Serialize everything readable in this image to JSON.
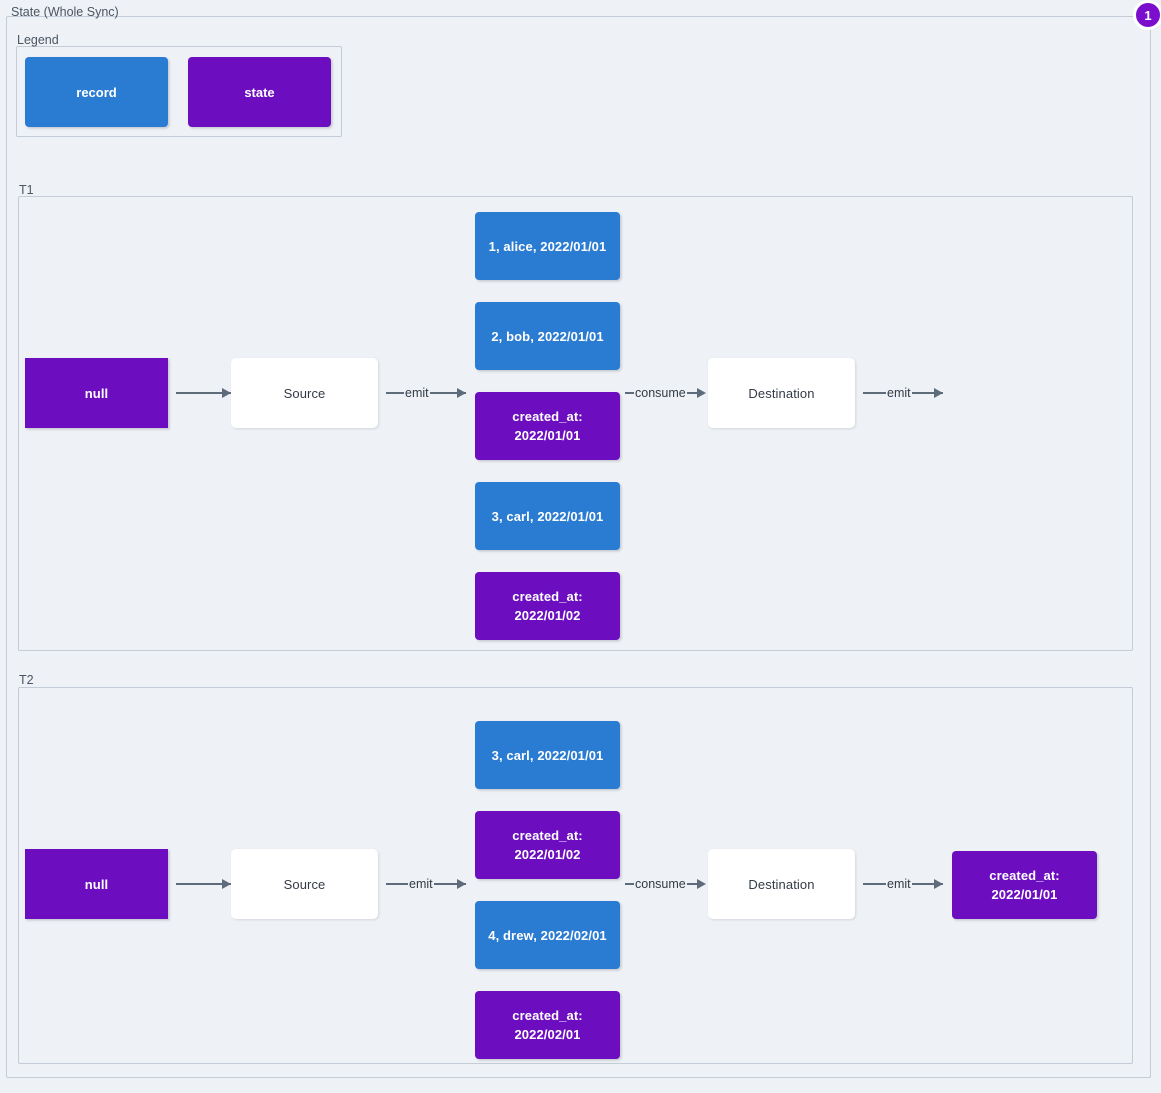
{
  "diagram": {
    "title": "State (Whole Sync)",
    "badge": "1",
    "colors": {
      "record": "#2a7bd2",
      "state": "#6c0ec0",
      "background": "#eef1f5",
      "edge": "#5e6b7a",
      "border": "#c3ccd7"
    }
  },
  "legend": {
    "label": "Legend",
    "items": [
      {
        "label": "record",
        "kind": "record"
      },
      {
        "label": "state",
        "kind": "state"
      }
    ]
  },
  "sections": [
    {
      "label": "T1",
      "nodes": {
        "initial_state": "null",
        "source": "Source",
        "destination": "Destination",
        "stream": [
          {
            "kind": "record",
            "label": "1, alice, 2022/01/01"
          },
          {
            "kind": "record",
            "label": "2, bob, 2022/01/01"
          },
          {
            "kind": "state",
            "label": "created_at:\n2022/01/01"
          },
          {
            "kind": "record",
            "label": "3, carl, 2022/01/01"
          },
          {
            "kind": "state",
            "label": "created_at:\n2022/01/02"
          }
        ],
        "final_state": null
      },
      "edges": [
        {
          "label": ""
        },
        {
          "label": "emit"
        },
        {
          "label": "consume"
        },
        {
          "label": "emit"
        }
      ]
    },
    {
      "label": "T2",
      "nodes": {
        "initial_state": "null",
        "source": "Source",
        "destination": "Destination",
        "stream": [
          {
            "kind": "record",
            "label": "3, carl, 2022/01/01"
          },
          {
            "kind": "state",
            "label": "created_at:\n2022/01/02"
          },
          {
            "kind": "record",
            "label": "4, drew, 2022/02/01"
          },
          {
            "kind": "state",
            "label": "created_at:\n2022/02/01"
          }
        ],
        "final_state": "created_at:\n2022/01/01"
      },
      "edges": [
        {
          "label": ""
        },
        {
          "label": "emit"
        },
        {
          "label": "consume"
        },
        {
          "label": "emit"
        }
      ]
    }
  ]
}
